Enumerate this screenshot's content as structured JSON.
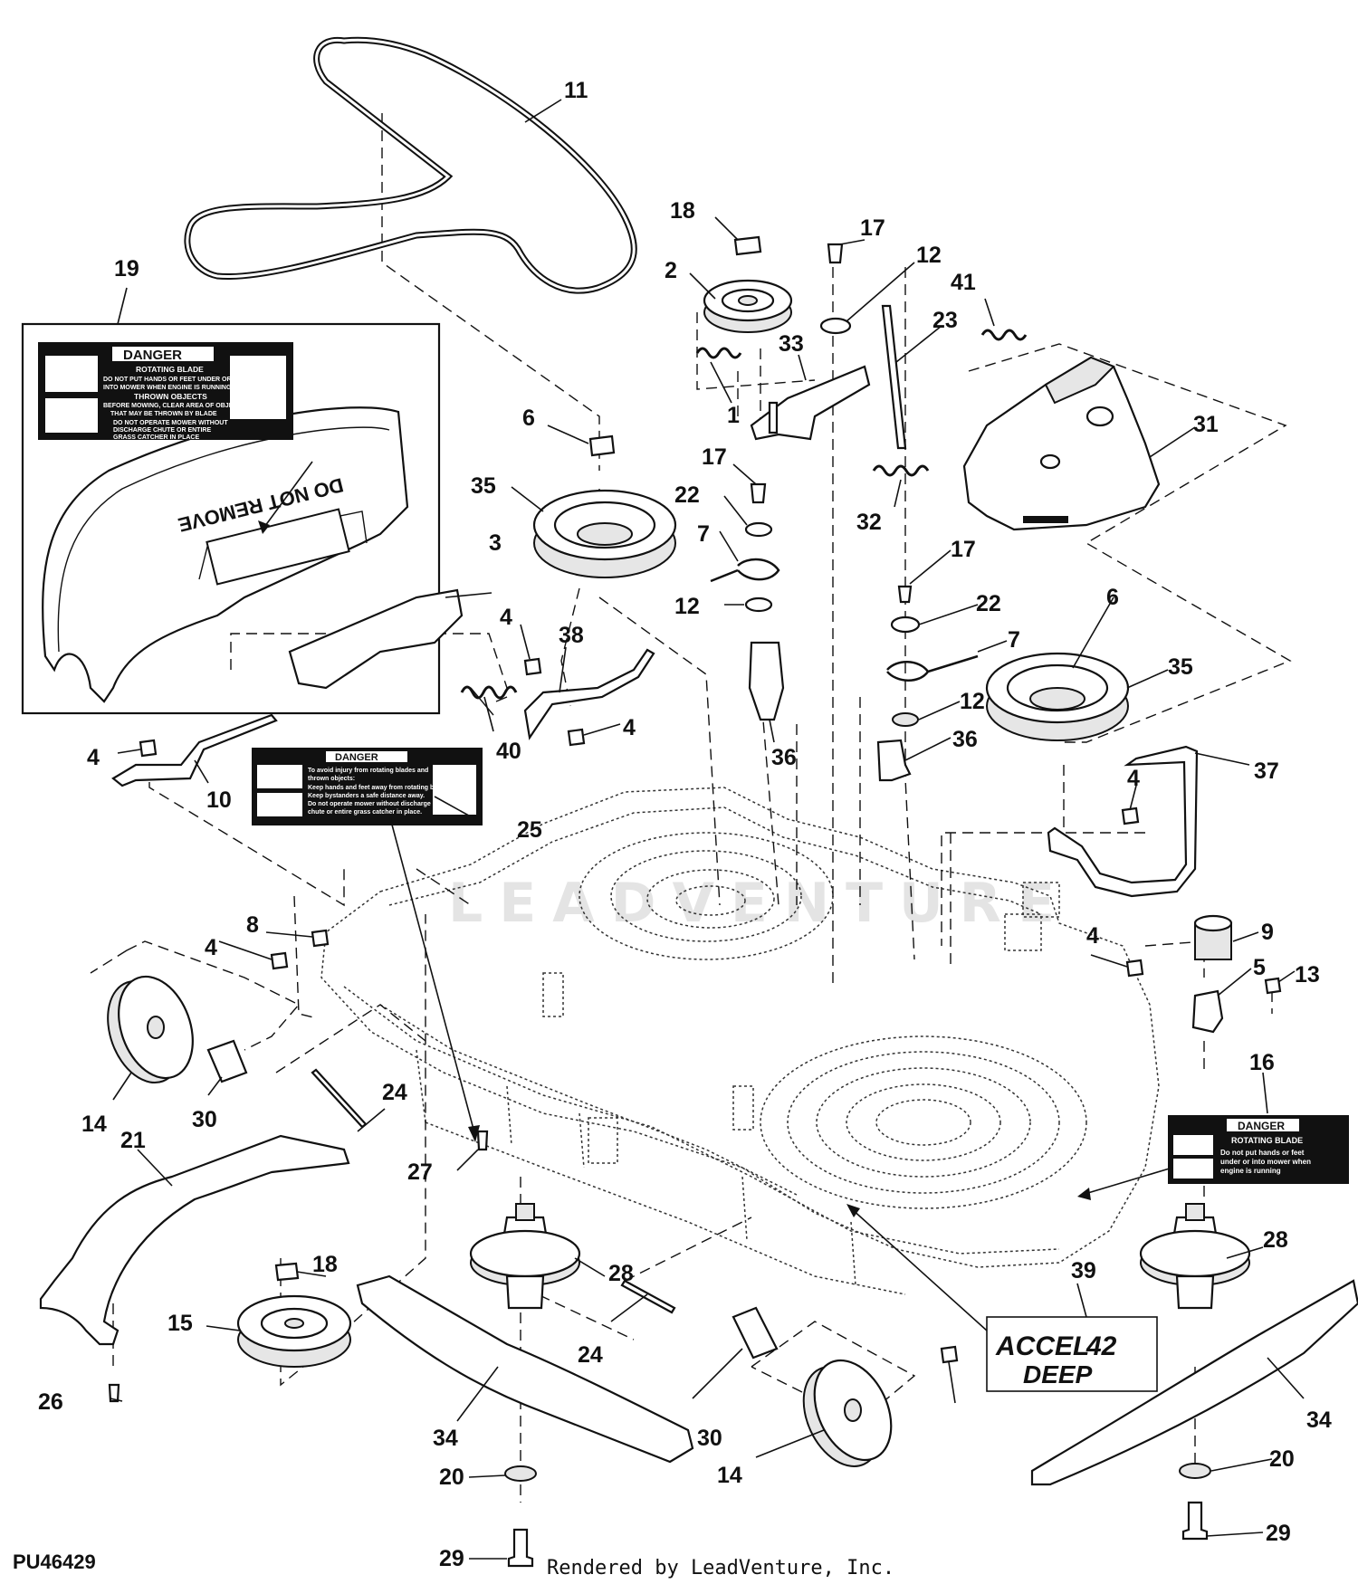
{
  "figure_id": "PU46429",
  "credit": "Rendered by LeadVenture, Inc.",
  "watermark": "LEADVENTURE",
  "callouts": {
    "c1": "1",
    "c2": "2",
    "c3": "3",
    "c4a": "4",
    "c4b": "4",
    "c4c": "4",
    "c4d": "4",
    "c4e": "4",
    "c4f": "4",
    "c5": "5",
    "c6a": "6",
    "c6b": "6",
    "c7a": "7",
    "c7b": "7",
    "c8": "8",
    "c9": "9",
    "c10": "10",
    "c11": "11",
    "c12a": "12",
    "c12b": "12",
    "c12c": "12",
    "c13": "13",
    "c14a": "14",
    "c14b": "14",
    "c15": "15",
    "c16": "16",
    "c17a": "17",
    "c17b": "17",
    "c17c": "17",
    "c18a": "18",
    "c18b": "18",
    "c19": "19",
    "c20a": "20",
    "c20b": "20",
    "c21": "21",
    "c22a": "22",
    "c22b": "22",
    "c23": "23",
    "c24a": "24",
    "c24b": "24",
    "c25": "25",
    "c26": "26",
    "c27": "27",
    "c28a": "28",
    "c28b": "28",
    "c29a": "29",
    "c29b": "29",
    "c30a": "30",
    "c30b": "30",
    "c31": "31",
    "c32": "32",
    "c33": "33",
    "c34a": "34",
    "c34b": "34",
    "c35a": "35",
    "c35b": "35",
    "c36a": "36",
    "c36b": "36",
    "c37": "37",
    "c38": "38",
    "c39": "39",
    "c40": "40",
    "c41": "41"
  },
  "decal_19": {
    "title": "DANGER",
    "line1": "ROTATING BLADE",
    "line2": "DO NOT PUT HANDS OR FEET UNDER OR",
    "line3": "INTO MOWER WHEN ENGINE IS RUNNING",
    "line4": "THROWN OBJECTS",
    "line5": "BEFORE MOWING, CLEAR AREA OF OBJECTS",
    "line6": "THAT MAY BE THROWN BY BLADE",
    "line7": "DO NOT OPERATE MOWER WITHOUT",
    "line8": "DISCHARGE CHUTE OR ENTIRE",
    "line9": "GRASS CATCHER IN PLACE"
  },
  "shield_text": "DO NOT REMOVE",
  "decal_25": {
    "title": "DANGER",
    "line1": "To avoid injury from rotating blades and",
    "line2": "thrown objects:",
    "line3": "Keep hands and feet away from rotating blades.",
    "line4": "Keep bystanders a safe distance away.",
    "line5": "Do not operate mower without discharge",
    "line6": "chute or entire grass catcher in place."
  },
  "decal_16": {
    "title": "DANGER",
    "line1": "ROTATING BLADE",
    "line2": "Do not put hands or feet",
    "line3": "under or into mower when",
    "line4": "engine is running"
  },
  "decal_39": {
    "line1": "ACCEL",
    "num": "42",
    "line2": "DEEP"
  }
}
